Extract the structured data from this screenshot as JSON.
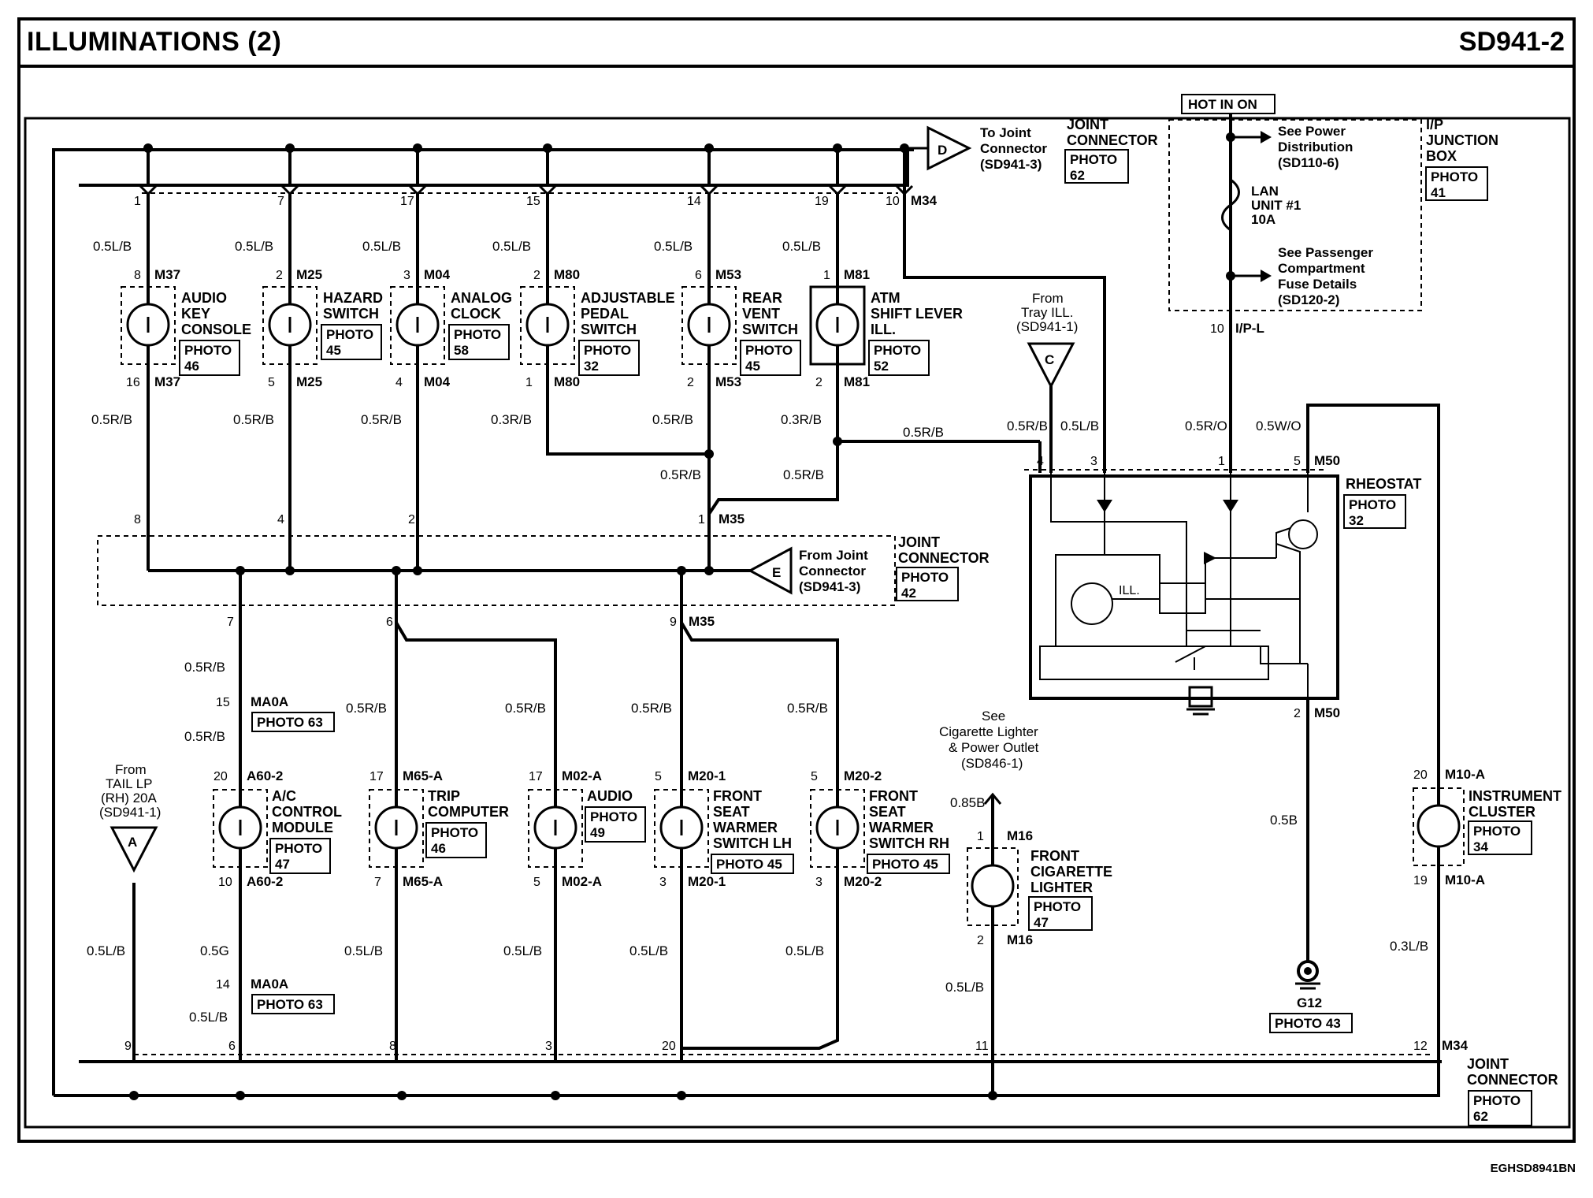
{
  "header": {
    "title": "ILLUMINATIONS (2)",
    "code": "SD941-2"
  },
  "footer": {
    "code": "EGHSD8941BN"
  },
  "top_connector": {
    "name": [
      "JOINT",
      "CONNECTOR"
    ],
    "photo": [
      "PHOTO",
      "62"
    ],
    "ref": [
      "To Joint",
      "Connector",
      "(SD941-3)"
    ],
    "letter": "D",
    "pin_m34": "M34",
    "pins": [
      "1",
      "7",
      "17",
      "15",
      "14",
      "19",
      "10"
    ]
  },
  "components_top": [
    {
      "id": "audio-key-console",
      "top_pin": "8",
      "top_conn": "M37",
      "bot_pin": "16",
      "bot_conn": "M37",
      "wire_in": "0.5L/B",
      "wire_out": "0.5R/B",
      "name": [
        "AUDIO",
        "KEY",
        "CONSOLE"
      ],
      "photo": [
        "PHOTO",
        "46"
      ]
    },
    {
      "id": "hazard-switch",
      "top_pin": "2",
      "top_conn": "M25",
      "bot_pin": "5",
      "bot_conn": "M25",
      "wire_in": "0.5L/B",
      "wire_out": "0.5R/B",
      "name": [
        "HAZARD",
        "SWITCH"
      ],
      "photo": [
        "PHOTO",
        "45"
      ]
    },
    {
      "id": "analog-clock",
      "top_pin": "3",
      "top_conn": "M04",
      "bot_pin": "4",
      "bot_conn": "M04",
      "wire_in": "0.5L/B",
      "wire_out": "0.5R/B",
      "name": [
        "ANALOG",
        "CLOCK"
      ],
      "photo": [
        "PHOTO",
        "58"
      ]
    },
    {
      "id": "adjustable-pedal-switch",
      "top_pin": "2",
      "top_conn": "M80",
      "bot_pin": "1",
      "bot_conn": "M80",
      "wire_in": "0.5L/B",
      "wire_out": "0.3R/B",
      "name": [
        "ADJUSTABLE",
        "PEDAL",
        "SWITCH"
      ],
      "photo": [
        "PHOTO",
        "32"
      ]
    },
    {
      "id": "rear-vent-switch",
      "top_pin": "6",
      "top_conn": "M53",
      "bot_pin": "2",
      "bot_conn": "M53",
      "wire_in": "0.5L/B",
      "wire_out": "0.5R/B",
      "name": [
        "REAR",
        "VENT",
        "SWITCH"
      ],
      "photo": [
        "PHOTO",
        "45"
      ]
    },
    {
      "id": "atm-shift-lever",
      "top_pin": "1",
      "top_conn": "M81",
      "bot_pin": "2",
      "bot_conn": "M81",
      "wire_in": "0.5L/B",
      "wire_out": "0.3R/B",
      "name": [
        "ATM",
        "SHIFT LEVER",
        "ILL."
      ],
      "photo": [
        "PHOTO",
        "52"
      ]
    }
  ],
  "merge_wires": {
    "w1": "0.5R/B",
    "w2": "0.5R/B",
    "w3": "0.5R/B",
    "m35_pin": "1",
    "m35": "M35"
  },
  "middle_connector": {
    "name": [
      "JOINT",
      "CONNECTOR"
    ],
    "photo": [
      "PHOTO",
      "42"
    ],
    "ref": [
      "From Joint",
      "Connector",
      "(SD941-3)"
    ],
    "letter": "E",
    "pins_top": [
      "8",
      "4",
      "2"
    ],
    "pins_bot": [
      "7",
      "6",
      "9"
    ],
    "m35": "M35"
  },
  "components_bottom": [
    {
      "id": "ac-control-module",
      "top_pin": "20",
      "top_conn": "A60-2",
      "bot_pin": "10",
      "bot_conn": "A60-2",
      "name": [
        "A/C",
        "CONTROL",
        "MODULE"
      ],
      "photo": [
        "PHOTO",
        "47"
      ],
      "wire_out": "0.5G"
    },
    {
      "id": "trip-computer",
      "top_pin": "17",
      "top_conn": "M65-A",
      "bot_pin": "7",
      "bot_conn": "M65-A",
      "name": [
        "TRIP",
        "COMPUTER"
      ],
      "photo": [
        "PHOTO",
        "46"
      ],
      "wire_in": "0.5R/B",
      "wire_out": "0.5L/B"
    },
    {
      "id": "audio",
      "top_pin": "17",
      "top_conn": "M02-A",
      "bot_pin": "5",
      "bot_conn": "M02-A",
      "name": [
        "AUDIO"
      ],
      "photo": [
        "PHOTO",
        "49"
      ],
      "wire_in": "0.5R/B",
      "wire_out": "0.5L/B"
    },
    {
      "id": "front-seat-warmer-lh",
      "top_pin": "5",
      "top_conn": "M20-1",
      "bot_pin": "3",
      "bot_conn": "M20-1",
      "name": [
        "FRONT",
        "SEAT",
        "WARMER",
        "SWITCH LH"
      ],
      "photo": [
        "PHOTO 45"
      ],
      "wire_in": "0.5R/B",
      "wire_out": "0.5L/B"
    },
    {
      "id": "front-seat-warmer-rh",
      "top_pin": "5",
      "top_conn": "M20-2",
      "bot_pin": "3",
      "bot_conn": "M20-2",
      "name": [
        "FRONT",
        "SEAT",
        "WARMER",
        "SWITCH RH"
      ],
      "photo": [
        "PHOTO 45"
      ],
      "wire_in": "0.5R/B",
      "wire_out": "0.5L/B"
    }
  ],
  "ma0a": {
    "top_pin": "15",
    "top_conn": "MA0A",
    "photo_top": "PHOTO 63",
    "wire_a": "0.5R/B",
    "wire_b": "0.5R/B",
    "bot_pin": "14",
    "bot_conn": "MA0A",
    "photo_bot": "PHOTO 63",
    "wire_c": "0.5L/B"
  },
  "tail_lamp": {
    "ref": [
      "From",
      "TAIL LP",
      "(RH) 20A",
      "(SD941-1)"
    ],
    "letter": "A",
    "wire": "0.5L/B"
  },
  "cigarette": {
    "ref": [
      "See",
      "Cigarette Lighter",
      "& Power Outlet",
      "(SD846-1)"
    ],
    "wire_in": "0.85B",
    "top_pin": "1",
    "top_conn": "M16",
    "name": [
      "FRONT",
      "CIGARETTE",
      "LIGHTER"
    ],
    "photo": [
      "PHOTO",
      "47"
    ],
    "bot_pin": "2",
    "bot_conn": "M16",
    "wire_out": "0.5L/B"
  },
  "bottom_connector": {
    "name": [
      "JOINT",
      "CONNECTOR"
    ],
    "photo": [
      "PHOTO",
      "62"
    ],
    "pins": [
      "9",
      "6",
      "8",
      "3",
      "20",
      "11",
      "12"
    ],
    "m34": "M34"
  },
  "junction_box": {
    "hot": "HOT IN ON",
    "name": [
      "I/P",
      "JUNCTION",
      "BOX"
    ],
    "photo": [
      "PHOTO",
      "41"
    ],
    "power": [
      "See Power",
      "Distribution",
      "(SD110-6)"
    ],
    "fuse": [
      "LAN",
      "UNIT #1",
      "10A"
    ],
    "passenger": [
      "See Passenger",
      "Compartment",
      "Fuse Details",
      "(SD120-2)"
    ],
    "pin": "10",
    "conn": "I/P-L"
  },
  "tray": {
    "ref": [
      "From",
      "Tray ILL.",
      "(SD941-1)"
    ],
    "letter": "C"
  },
  "rheostat": {
    "name": "RHEOSTAT",
    "photo": [
      "PHOTO",
      "32"
    ],
    "pins_top": [
      "4",
      "3",
      "1",
      "5"
    ],
    "conn": "M50",
    "wires_top": [
      "0.5R/B",
      "0.5L/B",
      "0.5R/O",
      "0.5W/O"
    ],
    "ill": "ILL.",
    "wire_mid": "0.5R/B",
    "bot_pin": "2",
    "bot_conn": "M50",
    "wire_out": "0.5B"
  },
  "ground": {
    "name": "G12",
    "photo": "PHOTO 43"
  },
  "instrument_cluster": {
    "top_pin": "20",
    "top_conn": "M10-A",
    "name": [
      "INSTRUMENT",
      "CLUSTER"
    ],
    "photo": [
      "PHOTO",
      "34"
    ],
    "bot_pin": "19",
    "bot_conn": "M10-A",
    "wire": "0.3L/B"
  }
}
